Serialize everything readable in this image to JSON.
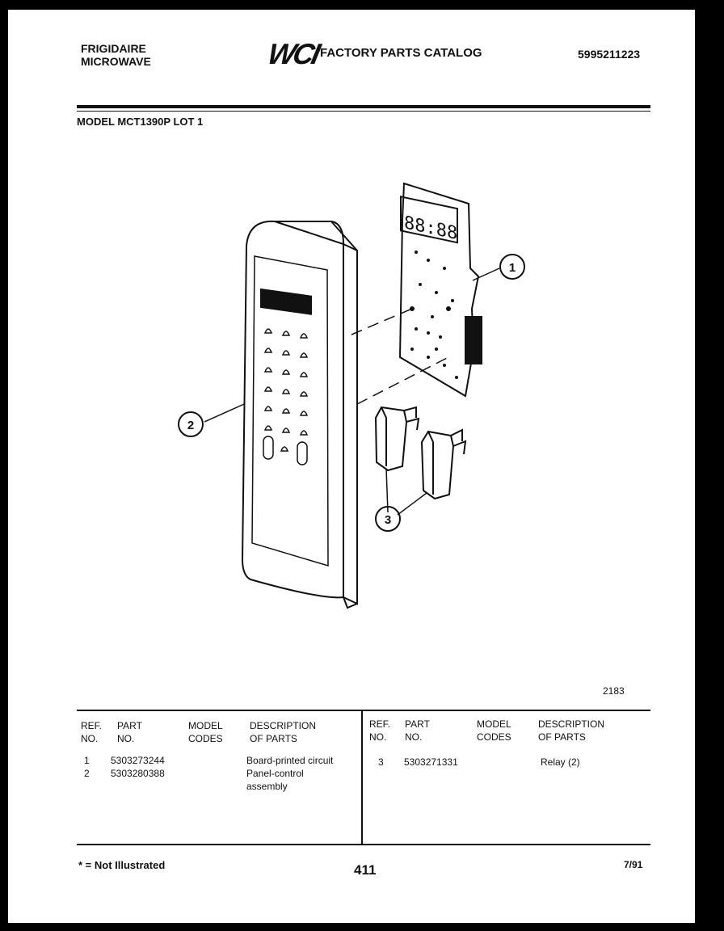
{
  "header": {
    "brand_line1": "FRIGIDAIRE",
    "brand_line2": "MICROWAVE",
    "logo": "WCI",
    "catalog_title": "FACTORY PARTS CATALOG",
    "catalog_number": "5995211223"
  },
  "model_line": "MODEL MCT1390P LOT 1",
  "diagram": {
    "callouts": [
      "1",
      "2",
      "3"
    ],
    "display_digits": "88:88",
    "figure_number": "2183"
  },
  "parts_table": {
    "headers": {
      "ref_no": "REF.\nNO.",
      "part_no": "PART\nNO.",
      "model_codes": "MODEL\nCODES",
      "description": "DESCRIPTION\nOF PARTS"
    },
    "left_rows": [
      {
        "ref": "1",
        "part": "5303273244",
        "codes": "",
        "desc": "Board-printed circuit"
      },
      {
        "ref": "2",
        "part": "5303280388",
        "codes": "",
        "desc": "Panel-control\nassembly"
      }
    ],
    "right_rows": [
      {
        "ref": "3",
        "part": "5303271331",
        "codes": "",
        "desc": "Relay (2)"
      }
    ]
  },
  "footer": {
    "note": "* = Not Illustrated",
    "page_number": "411",
    "date": "7/91"
  }
}
